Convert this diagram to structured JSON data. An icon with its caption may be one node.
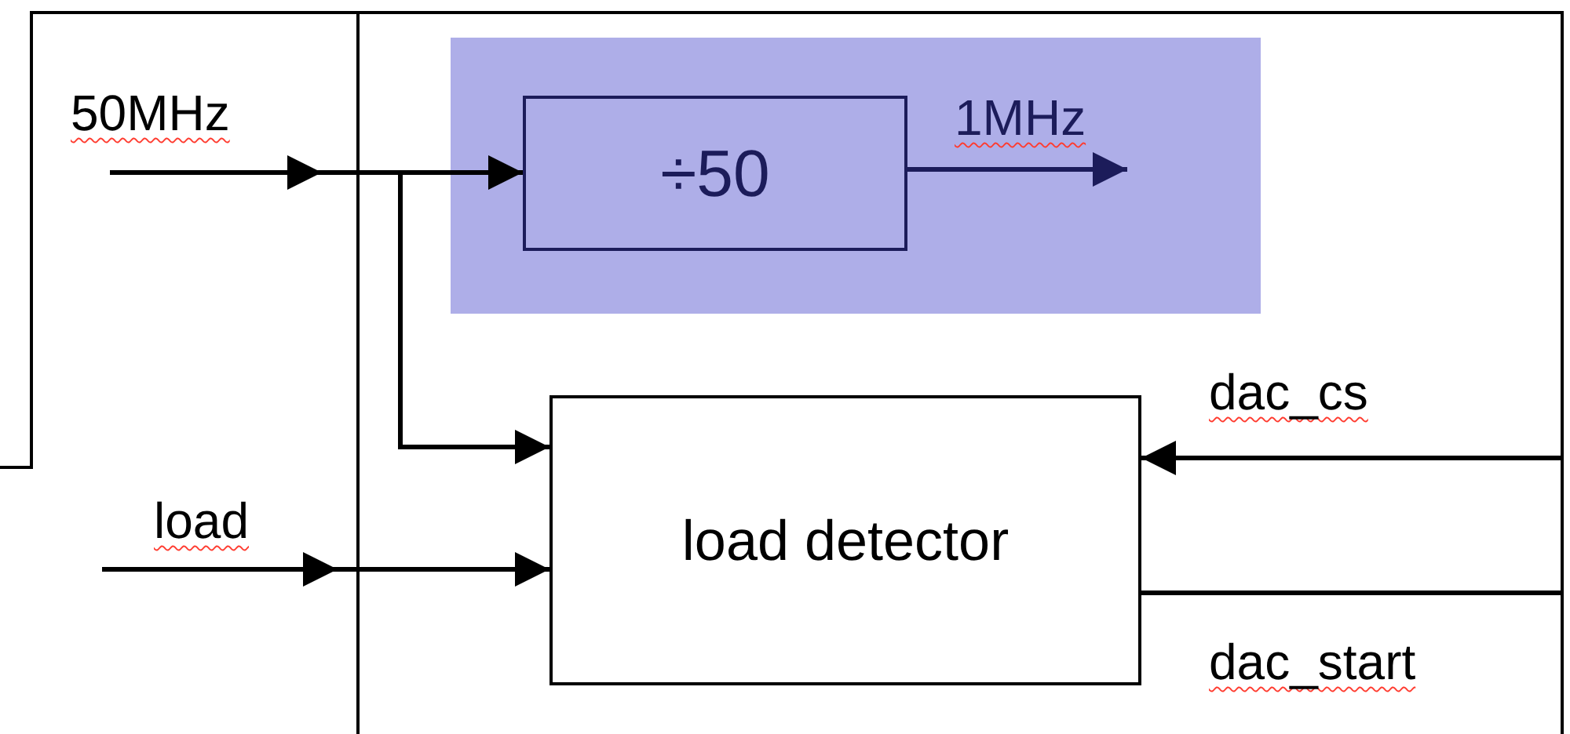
{
  "diagram": {
    "nodes": [
      {
        "text": [],
        "shape": "box"
      },
      {
        "text": [
          "÷50"
        ],
        "in": 0
      },
      {
        "text": [
          "load detector"
        ]
      }
    ],
    "edges": [
      {
        "from": null,
        "to": 1,
        "arrow": "to",
        "label": "50MHz"
      },
      {
        "from": null,
        "to": 2,
        "arrow": "to"
      },
      {
        "from": 1,
        "to": null,
        "arrow": "to",
        "label": "1MHz",
        "color": "#1c1c5a"
      },
      {
        "from": null,
        "to": 2,
        "arrow": "to",
        "label": "load"
      },
      {
        "from": null,
        "to": 2,
        "arrow": "to",
        "label": "dac_cs"
      },
      {
        "from": 2,
        "to": null,
        "arrow": "none",
        "label": "dac_start"
      }
    ]
  }
}
